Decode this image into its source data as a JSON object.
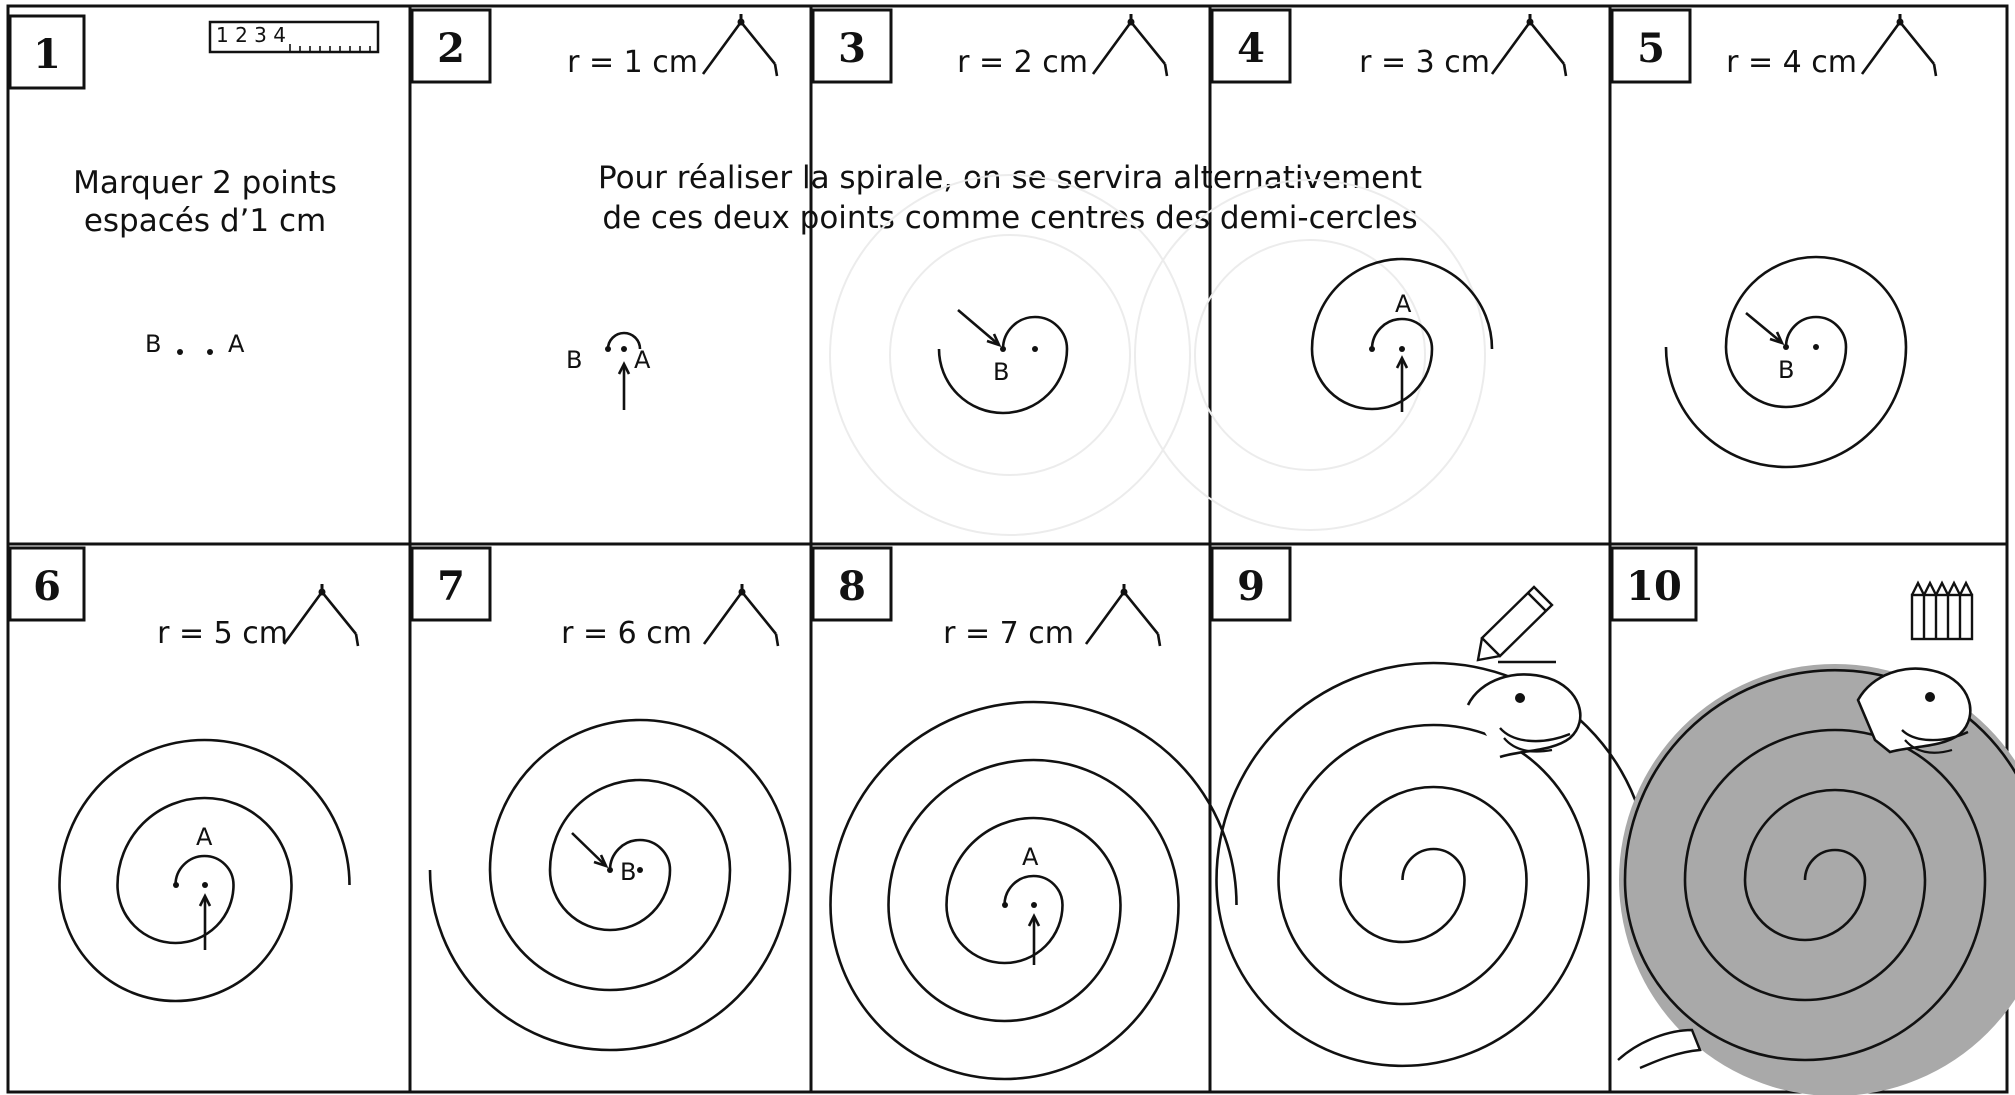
{
  "panels": [
    {
      "number": "1",
      "radius": "",
      "tool": "ruler-icon"
    },
    {
      "number": "2",
      "radius": "r = 1 cm",
      "tool": "compass-icon"
    },
    {
      "number": "3",
      "radius": "r = 2 cm",
      "tool": "compass-icon"
    },
    {
      "number": "4",
      "radius": "r = 3 cm",
      "tool": "compass-icon"
    },
    {
      "number": "5",
      "radius": "r = 4 cm",
      "tool": "compass-icon"
    },
    {
      "number": "6",
      "radius": "r = 5 cm",
      "tool": "compass-icon"
    },
    {
      "number": "7",
      "radius": "r = 6 cm",
      "tool": "compass-icon"
    },
    {
      "number": "8",
      "radius": "r = 7 cm",
      "tool": "compass-icon"
    },
    {
      "number": "9",
      "radius": "",
      "tool": "pencil-icon"
    },
    {
      "number": "10",
      "radius": "",
      "tool": "colored-pencils-icon"
    }
  ],
  "ruler_label": "1 2 3 4",
  "instructions": {
    "step1_line1": "Marquer 2 points",
    "step1_line2": "espacés d’1 cm",
    "shared_line1": "Pour réaliser la spirale, on se servira alternativement",
    "shared_line2": "de ces deux points comme centres des demi-cercles"
  },
  "points": {
    "a": "A",
    "b": "B"
  },
  "colors": {
    "ink": "#111111",
    "fill_gray": "#a9a9a9",
    "paper": "#ffffff"
  }
}
